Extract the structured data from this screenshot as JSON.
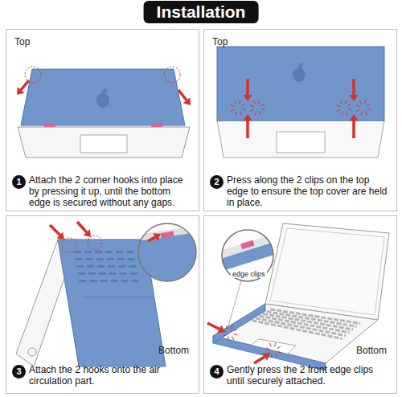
{
  "diagram": {
    "title": "Installation",
    "nodes": [
      {
        "text": [
          "Top",
          "Attach the 2 corner hooks into place by pressing it up, until the bottom edge is secured without any gaps."
        ]
      },
      {
        "text": [
          "1"
        ],
        "in": 0
      },
      {
        "text": [
          "Top",
          "Press along the 2 clips on the top edge to ensure the top cover are held in place."
        ]
      },
      {
        "text": [
          "2"
        ],
        "in": 2
      },
      {
        "text": [
          "Bottom",
          "Attach the 2 hooks onto the air circulation part."
        ]
      },
      {
        "text": [
          "3"
        ],
        "in": 4
      },
      {
        "text": [
          "Bottom",
          "Gently press the 2 front edge clips until securely attached."
        ]
      },
      {
        "text": [
          "4"
        ],
        "in": 6
      }
    ],
    "labels": [
      "edge clips"
    ]
  }
}
